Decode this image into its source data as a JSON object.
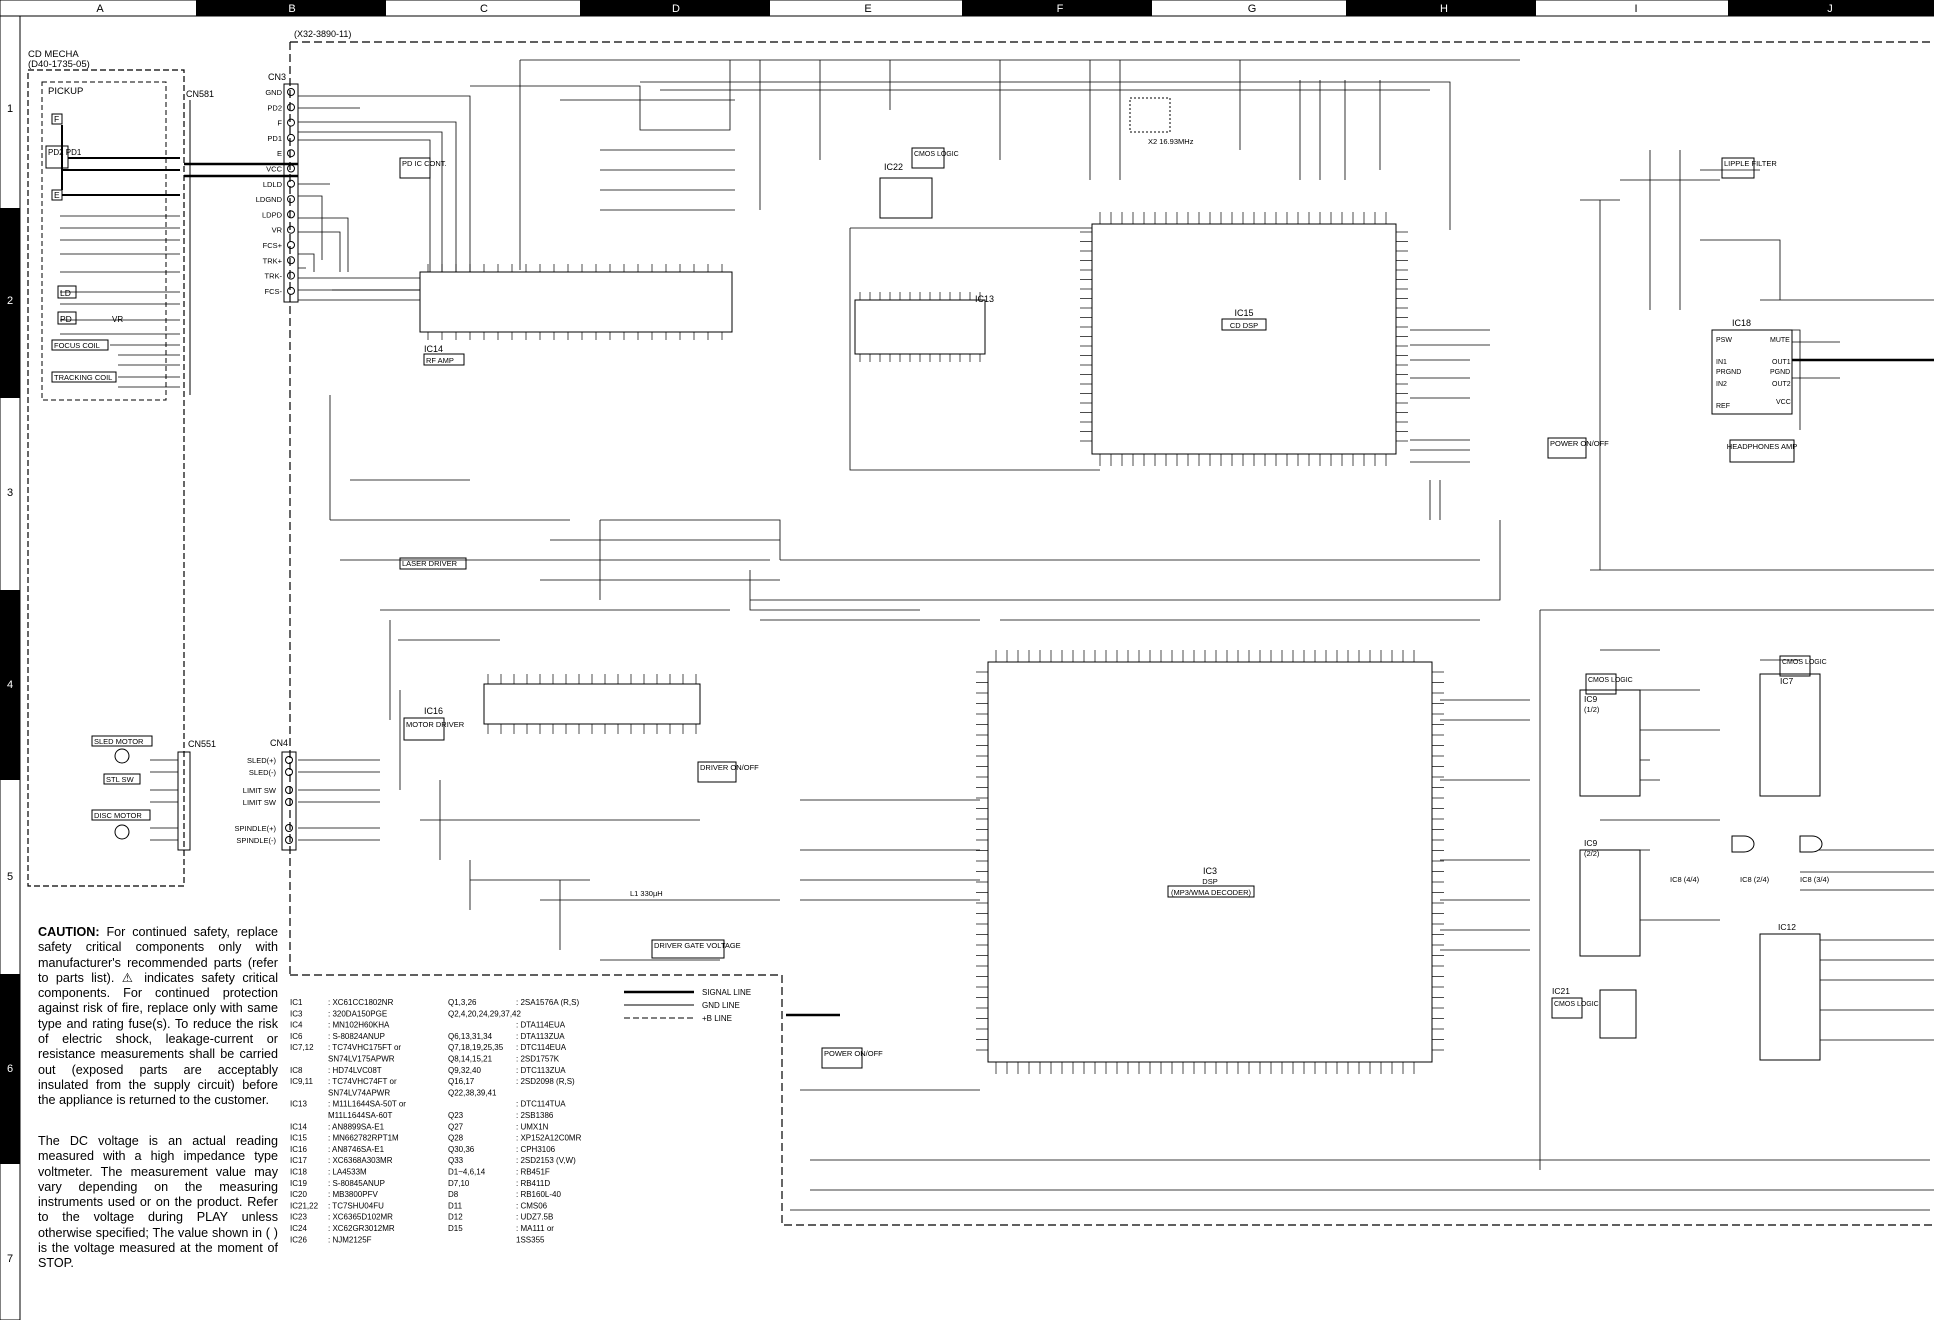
{
  "sheet": {
    "board_code": "(X32-3890-11)",
    "mecha_title": "CD MECHA",
    "mecha_code": "(D40-1735-05)",
    "pickup_label": "PICKUP",
    "columns": [
      "A",
      "B",
      "C",
      "D",
      "E",
      "F",
      "G",
      "H",
      "I",
      "J"
    ],
    "rows": [
      "1",
      "2",
      "3",
      "4",
      "5",
      "6",
      "7"
    ]
  },
  "blocks": {
    "ic14": {
      "ref": "IC14",
      "name": "RF AMP"
    },
    "ic13": {
      "ref": "IC13"
    },
    "ic15": {
      "ref": "IC15",
      "name": "CD DSP"
    },
    "ic16": {
      "ref": "IC16",
      "name": "MOTOR DRIVER"
    },
    "ic3": {
      "ref": "IC3",
      "name": "DSP",
      "sub": "(MP3/WMA DECODER)"
    },
    "ic22": {
      "ref": "IC22",
      "name": "CMOS LOGIC"
    },
    "ic18": {
      "ref": "IC18",
      "name": "HEADPHONES AMP"
    },
    "ic9a": {
      "ref": "IC9",
      "sub": "(1/2)"
    },
    "ic9b": {
      "ref": "IC9",
      "sub": "(2/2)"
    },
    "ic7": {
      "ref": "IC7",
      "name": "CMOS LOGIC"
    },
    "ic12": {
      "ref": "IC12"
    },
    "ic21": {
      "ref": "IC21",
      "name": "CMOS LOGIC"
    },
    "ic8": [
      "IC8 (2/4)",
      "IC8 (3/4)",
      "IC8 (4/4)"
    ],
    "cmos9": "CMOS LOGIC"
  },
  "labels": {
    "pd_ic": "PD IC CONT.",
    "laser_driver": "LASER DRIVER",
    "driver_onoff": "DRIVER ON/OFF",
    "driver_gate": "DRIVER GATE VOLTAGE",
    "power_onoff": "POWER ON/OFF",
    "power_onoff2": "POWER ON/OFF",
    "ripple_filter": "LIPPLE FILTER",
    "x2": "X2 16.93MHz",
    "l1": "L1 330µH",
    "focus_coil": "FOCUS COIL",
    "tracking_coil": "TRACKING COIL",
    "sled_motor": "SLED MOTOR",
    "stl_sw": "STL SW",
    "disc_motor": "DISC MOTOR",
    "cn581": "CN581",
    "cn551": "CN551",
    "cn3": "CN3",
    "cn4": "CN4",
    "ld": "LD",
    "pd": "PD",
    "pd12": "PD2 PD1",
    "vr": "VR"
  },
  "cn3_pins": [
    "GND",
    "PD2",
    "F",
    "PD1",
    "E",
    "VCC",
    "LDLD",
    "LDGND",
    "LDPD",
    "VR",
    "FCS+",
    "TRK+",
    "TRK-",
    "FCS-"
  ],
  "cn4_pins": [
    "SLED(+)",
    "SLED(-)",
    "LIMIT SW",
    "LIMIT SW",
    "SPINDLE(+)",
    "SPINDLE(-)"
  ],
  "legend": {
    "signal": "SIGNAL LINE",
    "gnd": "GND LINE",
    "b": "+B LINE"
  },
  "parts_left": [
    [
      "IC1",
      ": XC61CC1802NR"
    ],
    [
      "IC3",
      ": 320DA150PGE"
    ],
    [
      "IC4",
      ": MN102H60KHA"
    ],
    [
      "IC6",
      ": S-80824ANUP"
    ],
    [
      "IC7,12",
      ": TC74VHC175FT or"
    ],
    [
      "",
      "  SN74LV175APWR"
    ],
    [
      "IC8",
      ": HD74LVC08T"
    ],
    [
      "IC9,11",
      ": TC74VHC74FT or"
    ],
    [
      "",
      "  SN74LV74APWR"
    ],
    [
      "IC13",
      ": M11L1644SA-50T or"
    ],
    [
      "",
      "  M11L1644SA-60T"
    ],
    [
      "IC14",
      ": AN8899SA-E1"
    ],
    [
      "IC15",
      ": MN662782RPT1M"
    ],
    [
      "IC16",
      ": AN8746SA-E1"
    ],
    [
      "IC17",
      ": XC6368A303MR"
    ],
    [
      "IC18",
      ": LA4533M"
    ],
    [
      "IC19",
      ": S-80845ANUP"
    ],
    [
      "IC20",
      ": MB3800PFV"
    ],
    [
      "IC21,22",
      ": TC7SHU04FU"
    ],
    [
      "IC23",
      ": XC6365D102MR"
    ],
    [
      "IC24",
      ": XC62GR3012MR"
    ],
    [
      "IC26",
      ": NJM2125F"
    ]
  ],
  "parts_right": [
    [
      "Q1,3,26",
      ": 2SA1576A (R,S)"
    ],
    [
      "Q2,4,20,24,29,37,42",
      ""
    ],
    [
      "",
      ": DTA114EUA"
    ],
    [
      "Q6,13,31,34",
      ": DTA113ZUA"
    ],
    [
      "Q7,18,19,25,35",
      ": DTC114EUA"
    ],
    [
      "Q8,14,15,21",
      ": 2SD1757K"
    ],
    [
      "Q9,32,40",
      ": DTC113ZUA"
    ],
    [
      "Q16,17",
      ": 2SD2098 (R,S)"
    ],
    [
      "Q22,38,39,41",
      ""
    ],
    [
      "",
      ": DTC114TUA"
    ],
    [
      "Q23",
      ": 2SB1386"
    ],
    [
      "Q27",
      ": UMX1N"
    ],
    [
      "Q28",
      ": XP152A12C0MR"
    ],
    [
      "Q30,36",
      ": CPH3106"
    ],
    [
      "Q33",
      ": 2SD2153 (V,W)"
    ],
    [
      "D1~4,6,14",
      ": RB451F"
    ],
    [
      "D7,10",
      ": RB411D"
    ],
    [
      "D8",
      ": RB160L-40"
    ],
    [
      "D11",
      ": CMS06"
    ],
    [
      "D12",
      ": UDZ7.5B"
    ],
    [
      "D15",
      ": MA111 or"
    ],
    [
      "",
      "  1SS355"
    ]
  ],
  "caution": {
    "head": "CAUTION:",
    "body": "For continued safety, replace safety critical components only with manufacturer's recommended parts (refer to parts list). ⚠ indicates safety critical components. For continued protection against risk of fire, replace only with same type and rating fuse(s). To reduce the risk of electric shock, leakage-current or resistance measurements shall be carried out (exposed parts are acceptably insulated from the supply circuit) before the appliance is returned to the customer."
  },
  "dc_note": "The DC voltage is an actual reading measured with a high impedance type voltmeter. The measurement value may vary depending on the measuring instruments used or on the product. Refer to the voltage during PLAY unless otherwise specified; The value shown in (   ) is the voltage measured at the moment of STOP."
}
